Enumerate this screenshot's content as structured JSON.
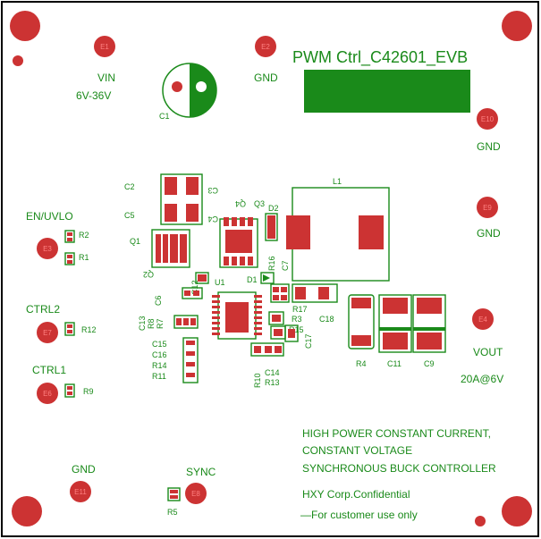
{
  "board": {
    "title": "PWM Ctrl_C42601_EVB",
    "vin_label": "VIN",
    "vin_range": "6V-36V",
    "gnd_labels": [
      "GND",
      "GND",
      "GND",
      "GND"
    ],
    "vout_label": "VOUT",
    "vout_rating": "20A@6V",
    "en_label": "EN/UVLO",
    "ctrl2_label": "CTRL2",
    "ctrl1_label": "CTRL1",
    "sync_label": "SYNC",
    "description": [
      "HIGH POWER CONSTANT CURRENT,",
      "CONSTANT VOLTAGE",
      "SYNCHRONOUS BUCK CONTROLLER"
    ],
    "confidential": "HXY Corp.Confidential",
    "customer_note": "—For customer use only"
  },
  "terminals": [
    "E1",
    "E2",
    "E3",
    "E4",
    "E5",
    "E6",
    "E7",
    "E8",
    "E9",
    "E10",
    "E11"
  ],
  "refdes": {
    "C1": "C1",
    "C2": "C2",
    "C3": "C3",
    "C4": "C4",
    "C5": "C5",
    "C6": "C6",
    "C7": "C7",
    "C9": "C9",
    "C11": "C11",
    "C12": "C12",
    "C13": "C13",
    "C14": "C14",
    "C15": "C15",
    "C16": "C16",
    "C17": "C17",
    "C18": "C18",
    "R1": "R1",
    "R2": "R2",
    "R3": "R3",
    "R4": "R4",
    "R5": "R5",
    "R7": "R7",
    "R8": "R8",
    "R9": "R9",
    "R10": "R10",
    "R11": "R11",
    "R12": "R12",
    "R13": "R13",
    "R14": "R14",
    "R15": "R15",
    "R16": "R16",
    "R17": "R17",
    "Q1": "Q1",
    "Q2": "Q2",
    "Q3": "Q3",
    "Q4": "Q4",
    "D1": "D1",
    "D2": "D2",
    "L1": "L1",
    "U1": "U1"
  },
  "colors": {
    "silkscreen": "#1a8a1a",
    "pad": "#cc3333",
    "board_outline": "#000000",
    "label_block": "#1a8a1a"
  }
}
